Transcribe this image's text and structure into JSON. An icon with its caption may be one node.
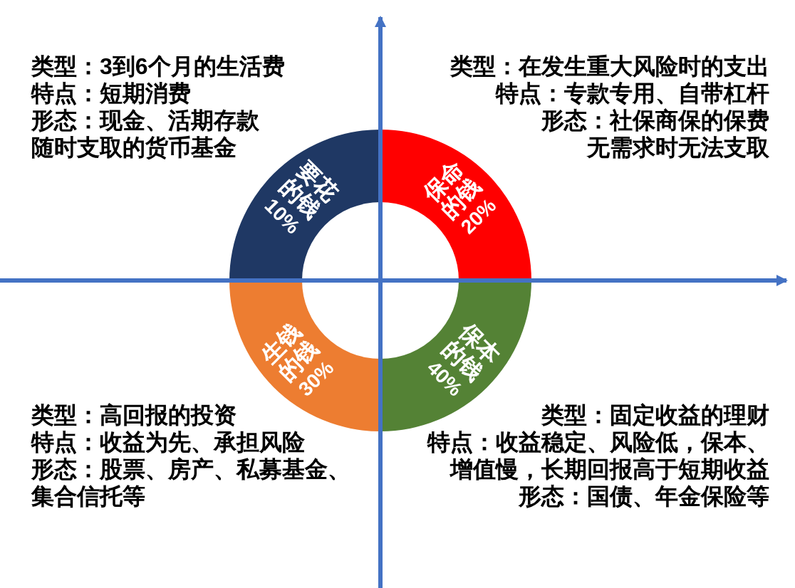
{
  "diagram": {
    "nodes": [
      {
        "text": [
          "要花的钱",
          "10%"
        ]
      },
      {
        "text": [
          "保命的钱",
          "20%"
        ]
      },
      {
        "text": [
          "生钱的钱",
          "30%"
        ]
      },
      {
        "text": [
          "保本的钱",
          "40%"
        ]
      }
    ],
    "labels": [
      "类型：3到6个月的生活费",
      "特点：短期消费",
      "形态：现金、活期存款",
      "随时支取的货币基金",
      "类型：在发生重大风险时的支出",
      "特点：专款专用、自带杠杆",
      "形态：社保商保的保费",
      "无需求时无法支取",
      "类型：高回报的投资",
      "特点：收益为先、承担风险",
      "形态：股票、房产、私募基金、集合信托等",
      "类型：固定收益的理财",
      "特点：收益稳定、风险低，保本、增值慢，长期回报高于短期收益",
      "形态：国债、年金保险等"
    ]
  }
}
